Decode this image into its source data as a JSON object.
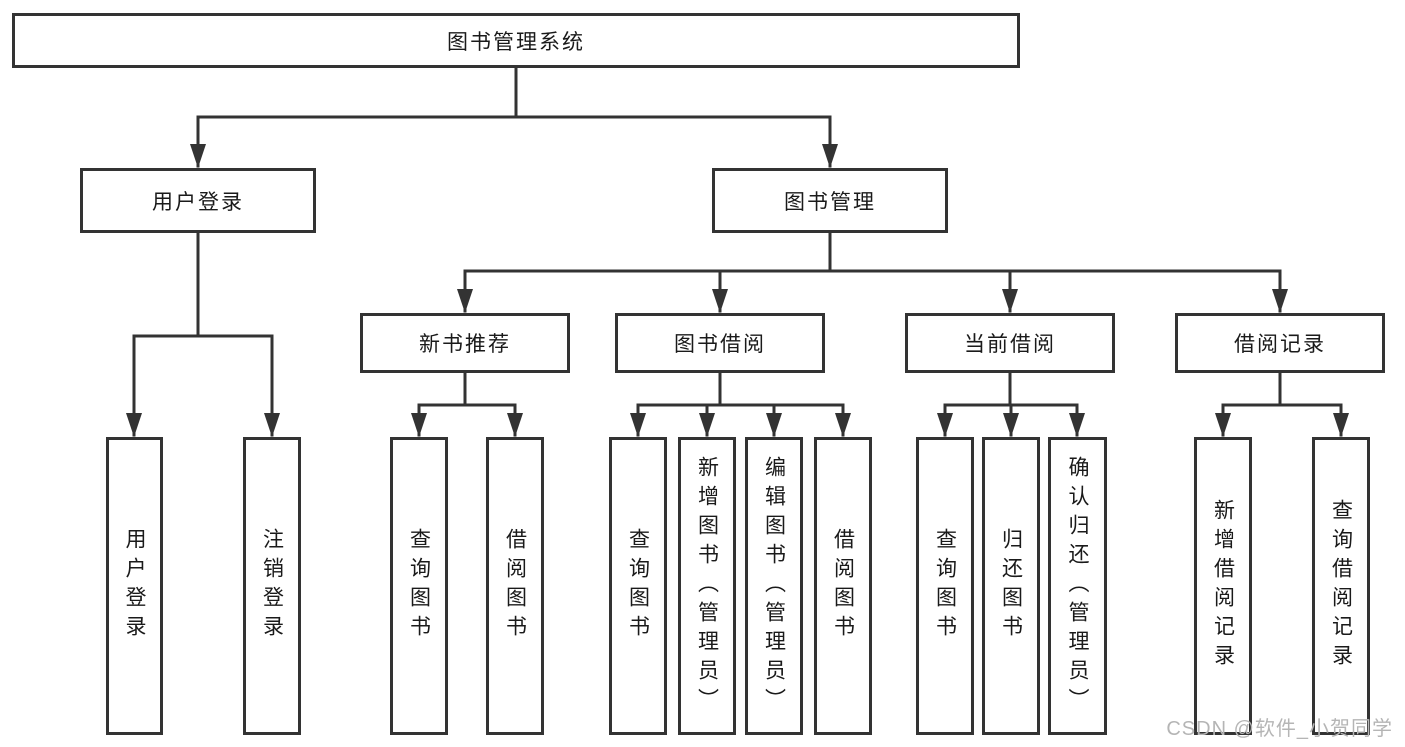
{
  "diagram": {
    "root": {
      "label": "图书管理系统",
      "children": [
        {
          "label": "用户登录",
          "children": [
            {
              "label": "用户登录"
            },
            {
              "label": "注销登录"
            }
          ]
        },
        {
          "label": "图书管理",
          "children": [
            {
              "label": "新书推荐",
              "children": [
                {
                  "label": "查询图书"
                },
                {
                  "label": "借阅图书"
                }
              ]
            },
            {
              "label": "图书借阅",
              "children": [
                {
                  "label": "查询图书"
                },
                {
                  "label": "新增图书（管理员）"
                },
                {
                  "label": "编辑图书（管理员）"
                },
                {
                  "label": "借阅图书"
                }
              ]
            },
            {
              "label": "当前借阅",
              "children": [
                {
                  "label": "查询图书"
                },
                {
                  "label": "归还图书"
                },
                {
                  "label": "确认归还（管理员）"
                }
              ]
            },
            {
              "label": "借阅记录",
              "children": [
                {
                  "label": "新增借阅记录"
                },
                {
                  "label": "查询借阅记录"
                }
              ]
            }
          ]
        }
      ]
    },
    "colors": {
      "line": "#333333",
      "text": "#1a1a1a",
      "watermark": "#b5b5b5"
    }
  },
  "watermark": {
    "text": "CSDN @软件_小贺同学"
  }
}
